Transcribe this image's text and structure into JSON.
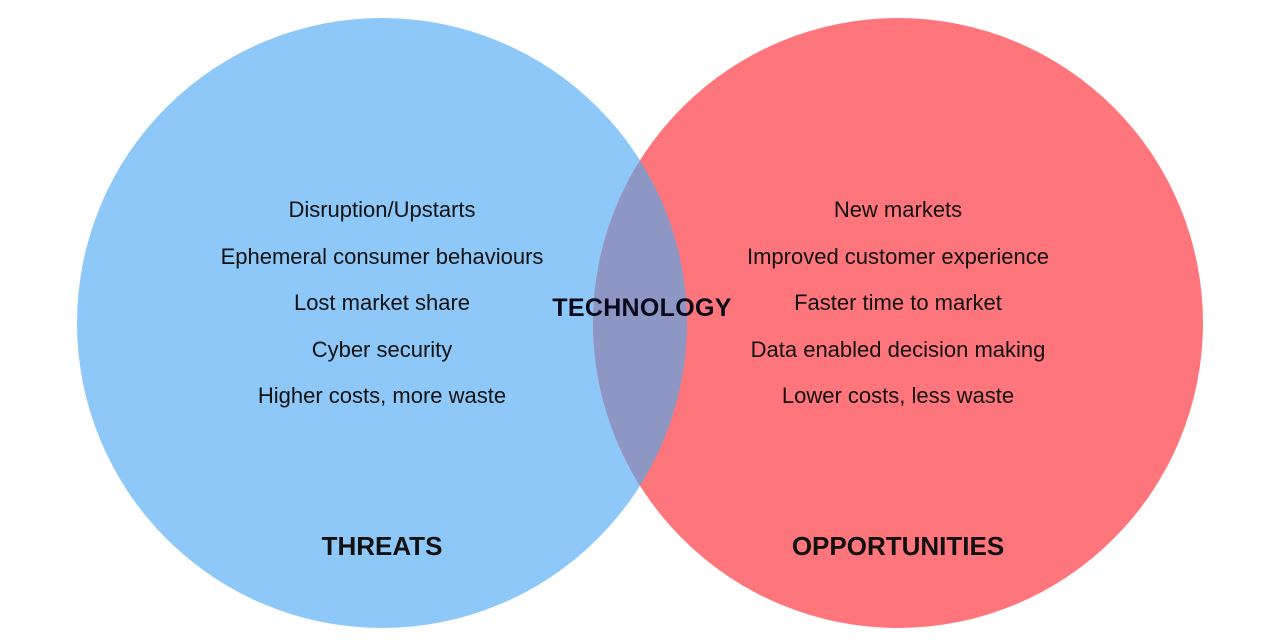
{
  "colors": {
    "threats_circle": "#8dc8f8",
    "opportunities_circle": "#fe767c",
    "overlap": "#8e97c4"
  },
  "center_label": "TECHNOLOGY",
  "threats": {
    "label": "THREATS",
    "items": [
      "Disruption/Upstarts",
      "Ephemeral consumer behaviours",
      "Lost market share",
      "Cyber security",
      "Higher costs, more waste"
    ]
  },
  "opportunities": {
    "label": "OPPORTUNITIES",
    "items": [
      "New markets",
      "Improved customer experience",
      "Faster time to market",
      "Data enabled decision making",
      "Lower costs, less waste"
    ]
  }
}
